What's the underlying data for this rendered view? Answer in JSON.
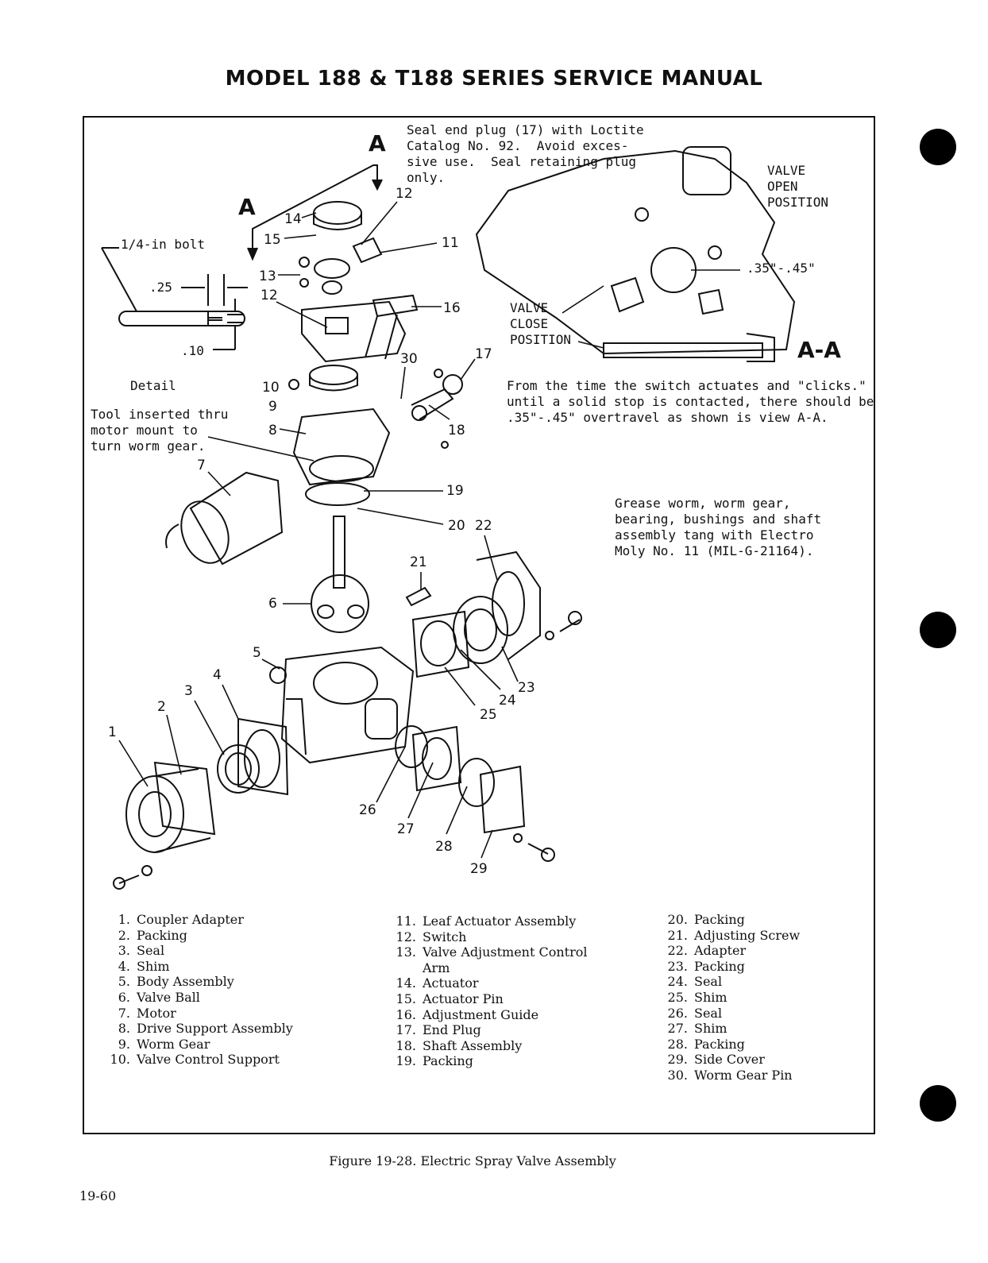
{
  "header": {
    "title": "MODEL 188 & T188 SERIES SERVICE MANUAL"
  },
  "notes": {
    "section_a_label": "A",
    "seal_note": "Seal end plug (17) with Loctite\nCatalog No. 92.  Avoid exces-\nsive use.  Seal retaining plug\nonly.",
    "view_aa_label": "A-A",
    "valve_open": "VALVE\nOPEN\nPOSITION",
    "valve_close": "VALVE\nCLOSE\nPOSITION",
    "overtravel_dim": ".35\"-.45\"",
    "switch_note": "From the time the switch actuates and \"clicks.\"\nuntil a solid stop is contacted, there should be\n.35\"-.45\" overtravel as shown is view A-A.",
    "grease_note": "Grease worm, worm gear,\nbearing, bushings and shaft\nassembly tang with Electro\nMoly No. 11 (MIL-G-21164).",
    "detail_label": "Detail",
    "bolt_label": "1/4-in bolt",
    "dim_25": ".25",
    "dim_10": ".10",
    "tool_note": "Tool inserted thru\nmotor mount to\nturn worm gear."
  },
  "callouts": [
    "1",
    "2",
    "3",
    "4",
    "5",
    "6",
    "7",
    "8",
    "9",
    "10",
    "11",
    "12",
    "12",
    "13",
    "14",
    "15",
    "16",
    "17",
    "18",
    "19",
    "20",
    "21",
    "22",
    "23",
    "24",
    "25",
    "26",
    "27",
    "28",
    "29",
    "30"
  ],
  "legend": {
    "col1": [
      {
        "n": "1.",
        "t": "Coupler Adapter"
      },
      {
        "n": "2.",
        "t": "Packing"
      },
      {
        "n": "3.",
        "t": "Seal"
      },
      {
        "n": "4.",
        "t": "Shim"
      },
      {
        "n": "5.",
        "t": "Body Assembly"
      },
      {
        "n": "6.",
        "t": "Valve Ball"
      },
      {
        "n": "7.",
        "t": "Motor"
      },
      {
        "n": "8.",
        "t": "Drive Support Assembly"
      },
      {
        "n": "9.",
        "t": "Worm Gear"
      },
      {
        "n": "10.",
        "t": "Valve Control Support"
      }
    ],
    "col2": [
      {
        "n": "11.",
        "t": "Leaf Actuator Assembly"
      },
      {
        "n": "12.",
        "t": "Switch"
      },
      {
        "n": "13.",
        "t": "Valve Adjustment Control"
      },
      {
        "n": "",
        "t": "Arm"
      },
      {
        "n": "14.",
        "t": "Actuator"
      },
      {
        "n": "15.",
        "t": "Actuator Pin"
      },
      {
        "n": "16.",
        "t": "Adjustment Guide"
      },
      {
        "n": "17.",
        "t": "End Plug"
      },
      {
        "n": "18.",
        "t": "Shaft Assembly"
      },
      {
        "n": "19.",
        "t": "Packing"
      }
    ],
    "col3": [
      {
        "n": "20.",
        "t": "Packing"
      },
      {
        "n": "21.",
        "t": "Adjusting Screw"
      },
      {
        "n": "22.",
        "t": "Adapter"
      },
      {
        "n": "23.",
        "t": "Packing"
      },
      {
        "n": "24.",
        "t": "Seal"
      },
      {
        "n": "25.",
        "t": "Shim"
      },
      {
        "n": "26.",
        "t": "Seal"
      },
      {
        "n": "27.",
        "t": "Shim"
      },
      {
        "n": "28.",
        "t": "Packing"
      },
      {
        "n": "29.",
        "t": "Side Cover"
      },
      {
        "n": "30.",
        "t": "Worm Gear Pin"
      }
    ]
  },
  "footer": {
    "caption": "Figure 19-28.  Electric Spray Valve Assembly",
    "page_number": "19-60"
  }
}
